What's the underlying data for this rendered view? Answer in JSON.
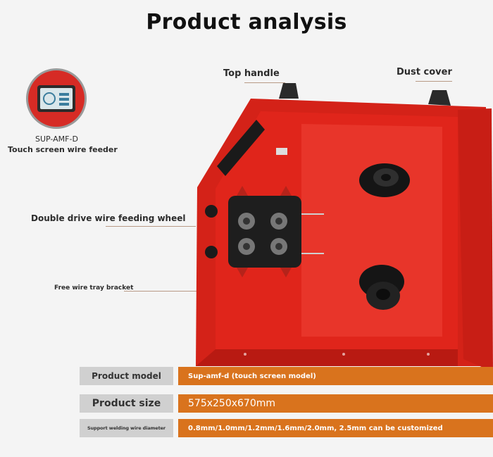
{
  "title": "Product analysis",
  "badge": {
    "model": "SUP-AMF-D",
    "caption": "Touch screen wire feeder"
  },
  "callouts": {
    "top_handle": "Top handle",
    "dust_cover": "Dust cover",
    "double_drive": "Double drive wire feeding wheel",
    "tray_bracket": "Free wire tray bracket"
  },
  "specs": [
    {
      "label": "Product model",
      "value": "Sup-amf-d (touch screen model)"
    },
    {
      "label": "Product size",
      "value": "575x250x670mm"
    },
    {
      "label": "Support welding wire diameter",
      "value": "0.8mm/1.0mm/1.2mm/1.6mm/2.0mm, 2.5mm can be customized"
    }
  ],
  "colors": {
    "cabinet_red": "#e0251b",
    "value_orange": "#d9731d",
    "label_grey": "#d0d0d0"
  }
}
